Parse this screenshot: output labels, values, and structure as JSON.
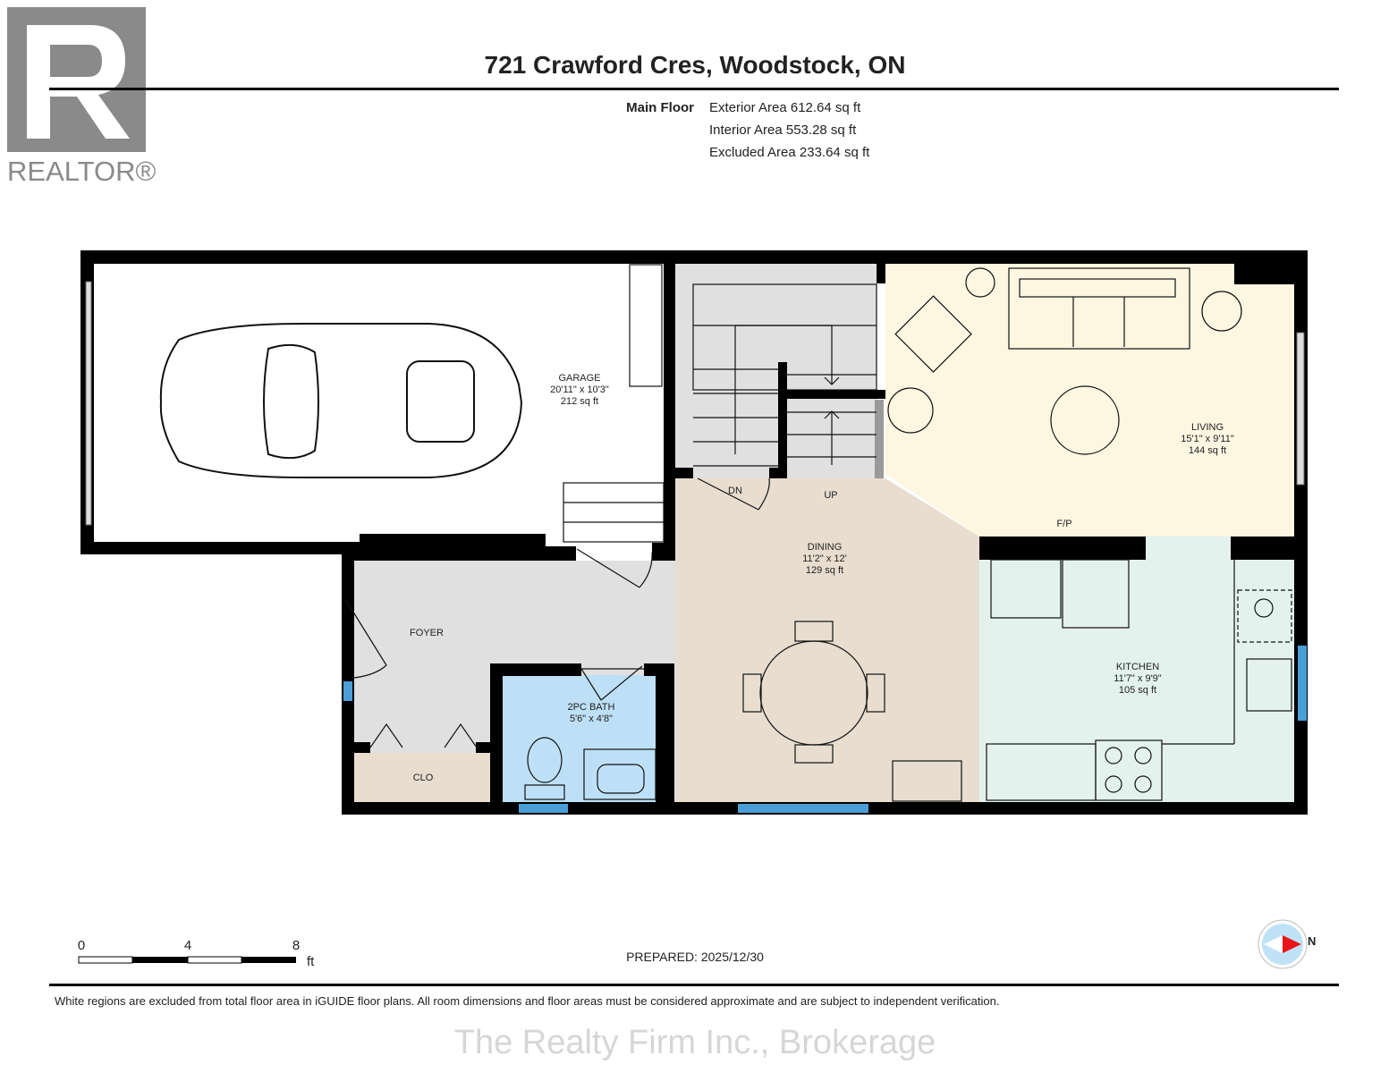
{
  "header": {
    "title": "721 Crawford Cres, Woodstock, ON",
    "floor_label": "Main Floor",
    "areas": [
      "Exterior Area 612.64 sq ft",
      "Interior Area 553.28 sq ft",
      "Excluded Area 233.64 sq ft"
    ]
  },
  "logo": {
    "letter": "R",
    "text": "REALTOR®"
  },
  "rooms": {
    "garage": {
      "name": "GARAGE",
      "dims": "20'11\" x 10'3\"",
      "area": "212 sq ft"
    },
    "living": {
      "name": "LIVING",
      "dims": "15'1\" x 9'11\"",
      "area": "144 sq ft"
    },
    "dining": {
      "name": "DINING",
      "dims": "11'2\" x 12'",
      "area": "129 sq ft"
    },
    "kitchen": {
      "name": "KITCHEN",
      "dims": "11'7\" x 9'9\"",
      "area": "105 sq ft"
    },
    "bath": {
      "name": "2PC BATH",
      "dims": "5'6\" x 4'8\""
    },
    "foyer": {
      "name": "FOYER"
    },
    "closet": {
      "name": "CLO"
    }
  },
  "annotations": {
    "down": "DN",
    "up": "UP",
    "fireplace": "F/P"
  },
  "colors": {
    "garage": "#ffffff",
    "stairs": "#e0e0e0",
    "living": "#fdf6e1",
    "dining": "#e8ddcf",
    "kitchen": "#e3f2ed",
    "bath": "#bde0f7",
    "foyer": "#e0e0e0",
    "closet": "#e8ddcf",
    "window": "#4a9fd8"
  },
  "scale": {
    "labels": [
      "0",
      "4",
      "8"
    ],
    "unit": "ft"
  },
  "compass": {
    "label": "N"
  },
  "footer": {
    "prepared": "PREPARED: 2025/12/30",
    "disclaimer": "White regions are excluded from total floor area in iGUIDE floor plans. All room dimensions and floor areas must be considered approximate and are subject to independent verification.",
    "watermark": "The Realty Firm Inc., Brokerage"
  }
}
